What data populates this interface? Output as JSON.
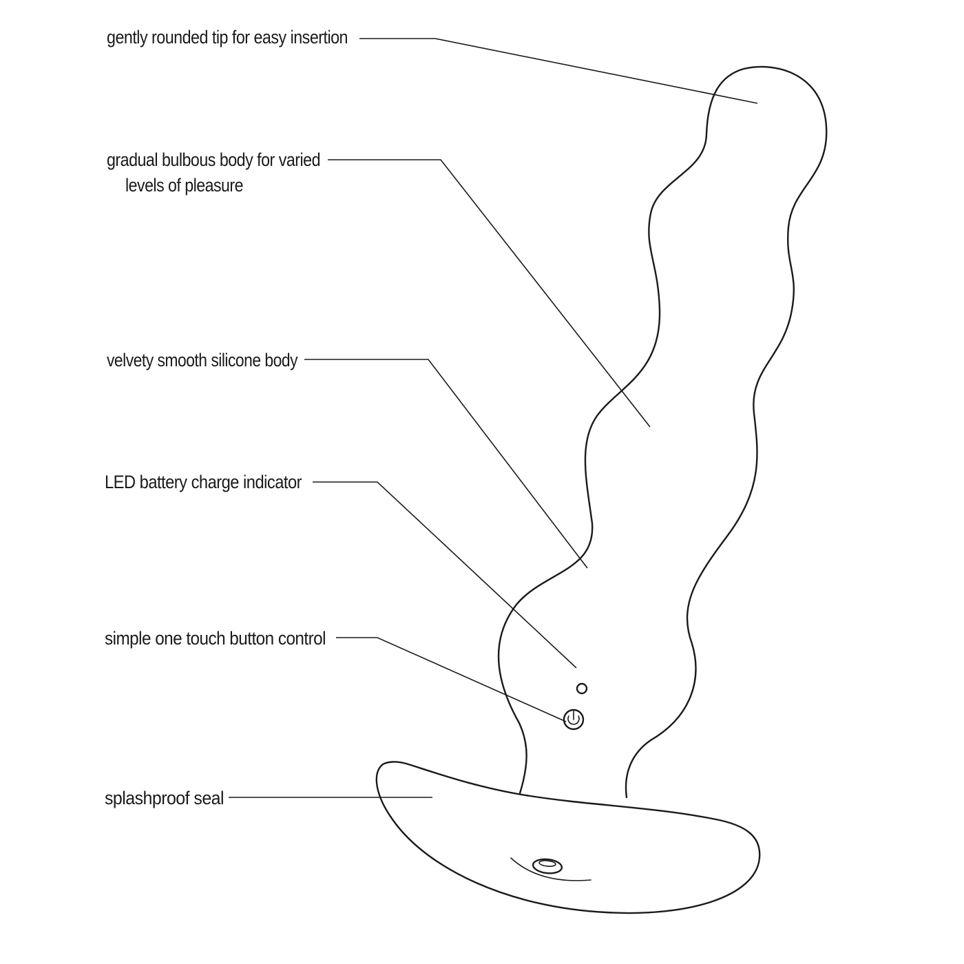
{
  "callouts": [
    {
      "id": "tip",
      "lines": [
        "gently rounded tip for easy insertion"
      ]
    },
    {
      "id": "bulbous",
      "lines": [
        "gradual bulbous body for varied",
        "levels of pleasure"
      ]
    },
    {
      "id": "silicone",
      "lines": [
        "velvety smooth silicone body"
      ]
    },
    {
      "id": "led",
      "lines": [
        "LED battery charge indicator"
      ]
    },
    {
      "id": "button",
      "lines": [
        "simple one touch button control"
      ]
    },
    {
      "id": "seal",
      "lines": [
        "splashproof seal"
      ]
    }
  ],
  "colors": {
    "line": "#1a1a1a",
    "background": "#ffffff"
  },
  "icons": {
    "led": "led-indicator-icon",
    "power": "power-button-icon"
  }
}
